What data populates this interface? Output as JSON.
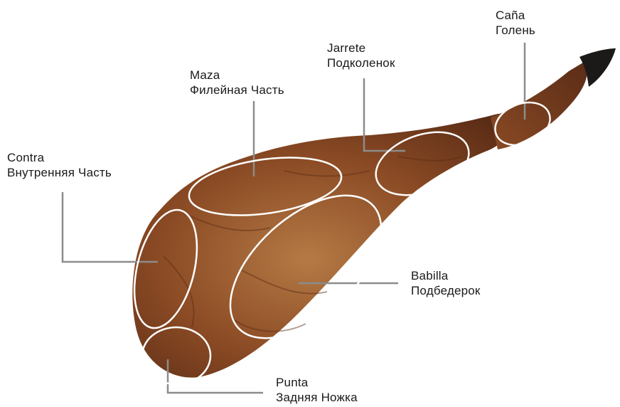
{
  "colors": {
    "background": "#ffffff",
    "meat_dark": "#5a2c16",
    "meat_mid": "#8a4a24",
    "meat_light": "#b57a45",
    "hoof": "#1c1a18",
    "leader_line": "#8c8c8c",
    "outline": "#ffffff"
  },
  "regions": [
    {
      "id": "contra",
      "name_es": "Contra",
      "name_ru": "Внутренняя Часть"
    },
    {
      "id": "maza",
      "name_es": "Maza",
      "name_ru": "Филейная Часть"
    },
    {
      "id": "jarrete",
      "name_es": "Jarrete",
      "name_ru": "Подколенок"
    },
    {
      "id": "cana",
      "name_es": "Caña",
      "name_ru": "Голень"
    },
    {
      "id": "babilla",
      "name_es": "Babilla",
      "name_ru": "Подбедерок"
    },
    {
      "id": "punta",
      "name_es": "Punta",
      "name_ru": "Задняя Ножка"
    }
  ]
}
